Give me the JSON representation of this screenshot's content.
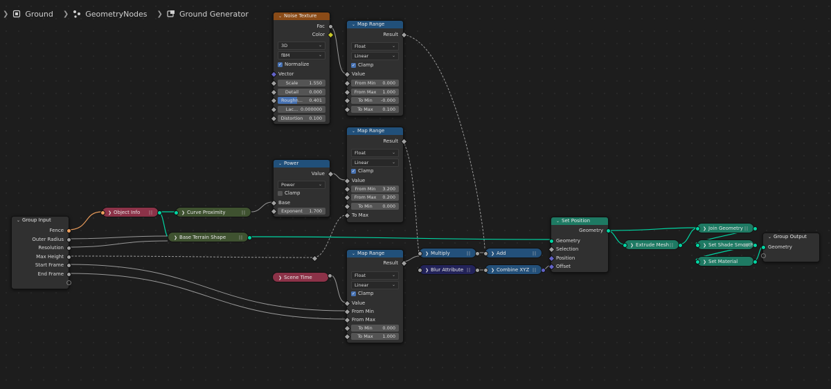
{
  "breadcrumb": {
    "items": [
      {
        "label": "Ground",
        "icon": "object-icon"
      },
      {
        "label": "GeometryNodes",
        "icon": "node-tree-icon"
      },
      {
        "label": "Ground Generator",
        "icon": "node-group-icon"
      }
    ]
  },
  "nodes": {
    "noise_texture": {
      "title": "Noise Texture",
      "outputs": {
        "fac": "Fac",
        "color": "Color"
      },
      "dimensions": "3D",
      "type": "fBM",
      "normalize_label": "Normalize",
      "normalize_checked": true,
      "vector_label": "Vector",
      "fields": [
        {
          "label": "Scale",
          "value": "1.550"
        },
        {
          "label": "Detail",
          "value": "0.000"
        },
        {
          "label": "Roughn...",
          "value": "0.401",
          "fill": 0.401
        },
        {
          "label": "Lac...",
          "value": "0.000000"
        },
        {
          "label": "Distortion",
          "value": "0.100"
        }
      ]
    },
    "map_range_1": {
      "title": "Map Range",
      "result": "Result",
      "data_type": "Float",
      "interpolation": "Linear",
      "clamp_label": "Clamp",
      "clamp_checked": true,
      "value_label": "Value",
      "fields": [
        {
          "label": "From Min",
          "value": "0.000"
        },
        {
          "label": "From Max",
          "value": "1.000"
        },
        {
          "label": "To Min",
          "value": "-0.000"
        },
        {
          "label": "To Max",
          "value": "0.100"
        }
      ]
    },
    "map_range_2": {
      "title": "Map Range",
      "result": "Result",
      "data_type": "Float",
      "interpolation": "Linear",
      "clamp_label": "Clamp",
      "clamp_checked": true,
      "value_label": "Value",
      "fields": [
        {
          "label": "From Min",
          "value": "3.200"
        },
        {
          "label": "From Max",
          "value": "0.200"
        },
        {
          "label": "To Min",
          "value": "0.000"
        }
      ],
      "to_max_label": "To Max"
    },
    "map_range_3": {
      "title": "Map Range",
      "result": "Result",
      "data_type": "Float",
      "interpolation": "Linear",
      "clamp_label": "Clamp",
      "clamp_checked": true,
      "value_label": "Value",
      "from_min_label": "From Min",
      "from_max_label": "From Max",
      "fields": [
        {
          "label": "To Min",
          "value": "0.000"
        },
        {
          "label": "To Max",
          "value": "1.000"
        }
      ]
    },
    "power": {
      "title": "Power",
      "output": "Value",
      "operation": "Power",
      "clamp_label": "Clamp",
      "clamp_checked": false,
      "base_label": "Base",
      "exponent_label": "Exponent",
      "exponent_value": "1.700"
    },
    "group_input": {
      "title": "Group Input",
      "outputs": [
        "Fence",
        "Outer Radius",
        "Resolution",
        "Max Height",
        "Start Frame",
        "End Frame"
      ]
    },
    "set_position": {
      "title": "Set Position",
      "output": "Geometry",
      "inputs": [
        "Geometry",
        "Selection",
        "Position",
        "Offset"
      ]
    },
    "group_output": {
      "title": "Group Output",
      "input": "Geometry"
    },
    "collapsed": {
      "object_info": "Object Info",
      "curve_proximity": "Curve Proximity",
      "base_terrain_shape": "Base Terrain Shape",
      "scene_time": "Scene Time",
      "multiply": "Multiply",
      "blur_attribute": "Blur Attribute",
      "add": "Add",
      "combine_xyz": "Combine XYZ",
      "extrude_mesh": "Extrude Mesh",
      "join_geometry": "Join Geometry",
      "set_shade_smooth": "Set Shade Smooth",
      "set_material": "Set Material"
    }
  },
  "colors": {
    "background": "#1d1d1d",
    "node_body": "#303030",
    "texture_header": "#8a4b17",
    "converter_header": "#21507a",
    "geometry_header": "#1e7a63",
    "input_node": "#8c3248",
    "utility_node": "#3f5230",
    "geometry_wire": "#00d6a3",
    "float_socket": "#a1a1a1",
    "color_socket": "#c7c729",
    "vector_socket": "#6363c7",
    "object_socket": "#ed9e5c",
    "checkbox_on": "#4772b3"
  }
}
